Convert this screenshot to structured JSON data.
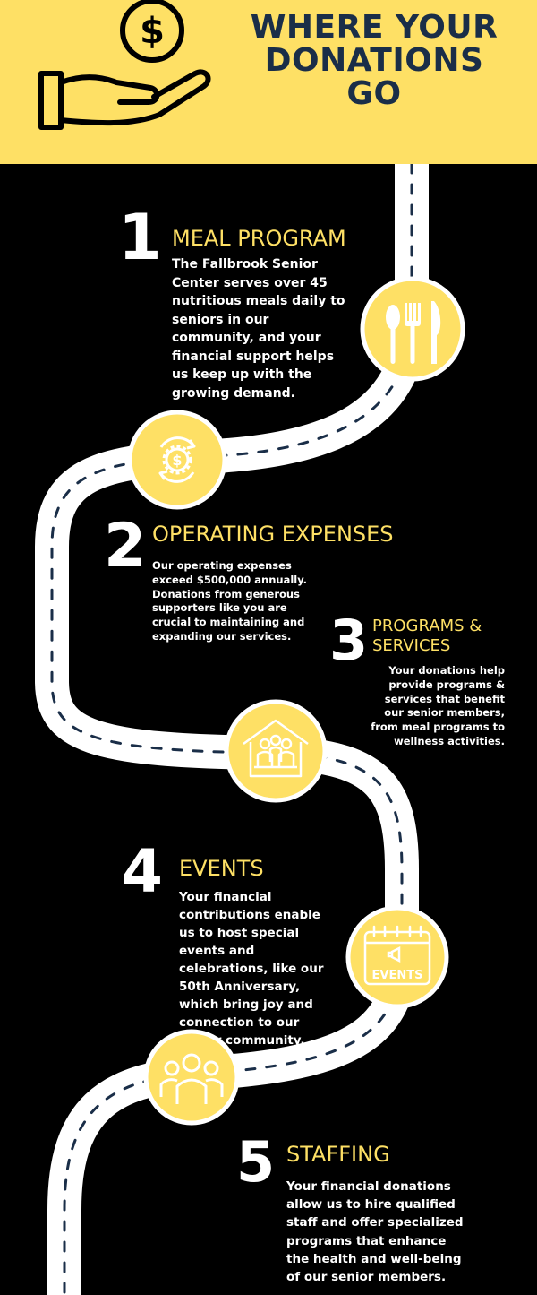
{
  "header": {
    "title_lines": [
      "WHERE YOUR",
      "DONATIONS",
      "GO"
    ]
  },
  "sections": [
    {
      "number": "1",
      "heading": "MEAL PROGRAM",
      "body": "The Fallbrook Senior Center serves over 45 nutritious meals daily to seniors in our community, and your financial support helps us keep up with the growing demand."
    },
    {
      "number": "2",
      "heading": "OPERATING EXPENSES",
      "body": "Our operating expenses exceed $500,000 annually. Donations from generous supporters like you are crucial to maintaining and expanding our services."
    },
    {
      "number": "3",
      "heading_lines": [
        "PROGRAMS &",
        "SERVICES"
      ],
      "body": "Your donations help provide programs & services that benefit our senior members, from meal programs to wellness activities."
    },
    {
      "number": "4",
      "heading": "EVENTS",
      "body": "Your financial contributions enable us to host special events and celebrations, like our 50th Anniversary, which bring joy and connection to our senior community."
    },
    {
      "number": "5",
      "heading": "STAFFING",
      "body": "Your financial donations allow us to hire qualified staff and offer specialized programs that enhance the health and well-being of our senior members."
    }
  ],
  "badges": {
    "events_label": "EVENTS"
  },
  "icons": [
    "money-hand-icon",
    "utensils-icon",
    "money-cycle-icon",
    "community-house-icon",
    "events-calendar-icon",
    "staff-group-icon"
  ],
  "colors": {
    "banner": "#fee065",
    "title_text": "#1a2e48",
    "background": "#000000",
    "road": "#ffffff",
    "road_dashes": "#1a2e48",
    "heading_text": "#fee065",
    "body_text": "#ffffff",
    "badge_fill": "#fee065"
  }
}
